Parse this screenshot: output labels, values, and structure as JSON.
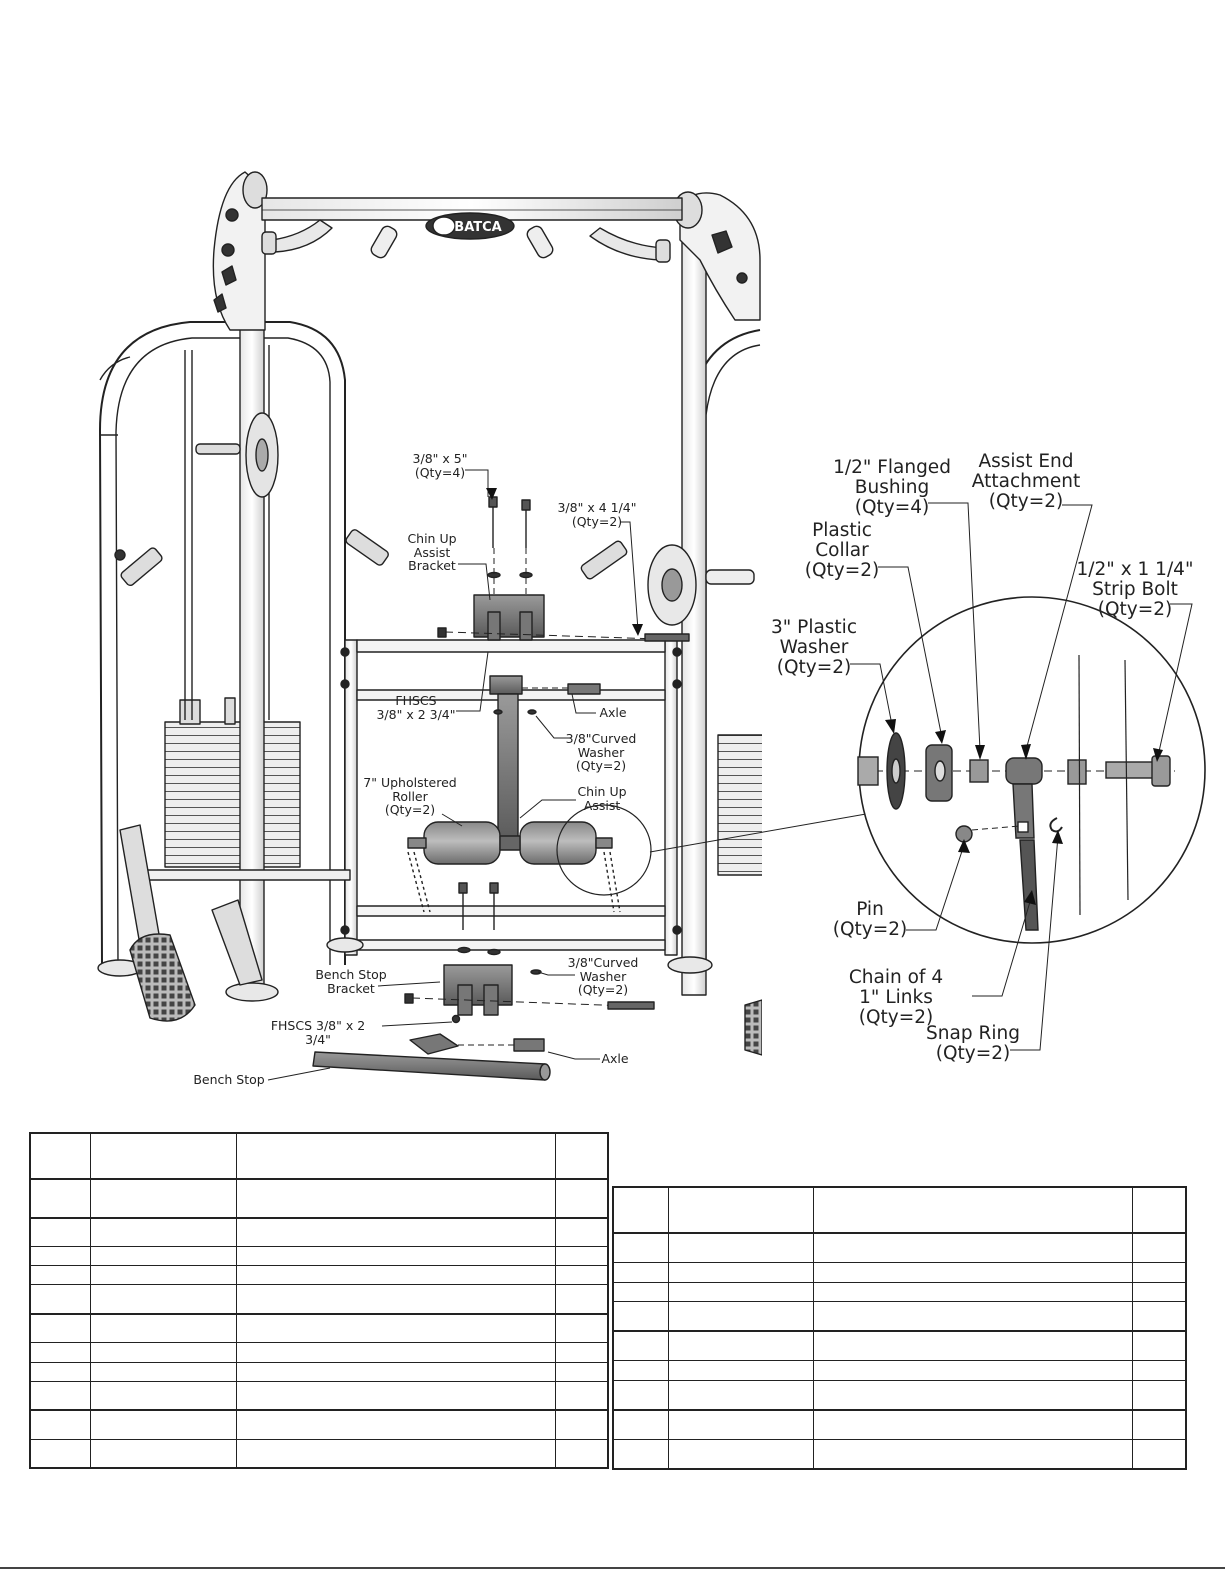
{
  "logo": {
    "text": "BATCA"
  },
  "callouts": [
    {
      "id": "bolt-3-8-x-5",
      "text": "3/8\" x 5\"\n(Qty=4)"
    },
    {
      "id": "bolt-3-8-x-4-1-4",
      "text": "3/8\" x 4  1/4\"\n(Qty=2)"
    },
    {
      "id": "chin-up-assist-bracket",
      "text": "Chin Up\nAssist\nBracket"
    },
    {
      "id": "fhscs-upper",
      "text": "FHSCS\n3/8\" x 2  3/4\""
    },
    {
      "id": "axle-upper",
      "text": "Axle"
    },
    {
      "id": "curved-washer-upper",
      "text": "3/8\"Curved\nWasher\n(Qty=2)"
    },
    {
      "id": "upholstered-roller",
      "text": "7\" Upholstered\nRoller\n(Qty=2)"
    },
    {
      "id": "chin-up-assist",
      "text": "Chin Up\nAssist"
    },
    {
      "id": "bench-stop-bracket",
      "text": "Bench Stop\nBracket"
    },
    {
      "id": "curved-washer-lower",
      "text": "3/8\"Curved\nWasher\n(Qty=2)"
    },
    {
      "id": "fhscs-lower",
      "text": "FHSCS 3/8\" x 2  3/4\""
    },
    {
      "id": "axle-lower",
      "text": "Axle"
    },
    {
      "id": "bench-stop",
      "text": "Bench Stop"
    },
    {
      "id": "flanged-bushing",
      "text": "1/2\" Flanged\nBushing\n(Qty=4)"
    },
    {
      "id": "assist-end-attachment",
      "text": "Assist End\nAttachment\n(Qty=2)"
    },
    {
      "id": "plastic-collar",
      "text": "Plastic\nCollar\n(Qty=2)"
    },
    {
      "id": "strip-bolt",
      "text": "1/2\" x 1 1/4\"\nStrip Bolt\n(Qty=2)"
    },
    {
      "id": "plastic-washer",
      "text": "3\" Plastic\nWasher\n(Qty=2)"
    },
    {
      "id": "pin",
      "text": "Pin\n(Qty=2)"
    },
    {
      "id": "chain",
      "text": "Chain of 4\n1\" Links (Qty=2)"
    },
    {
      "id": "snap-ring",
      "text": "Snap Ring\n(Qty=2)"
    }
  ],
  "tables": {
    "left": {
      "header_rows": 1,
      "body_rows": 11,
      "columns": 4
    },
    "right": {
      "header_rows": 1,
      "body_rows": 9,
      "columns": 4
    }
  }
}
